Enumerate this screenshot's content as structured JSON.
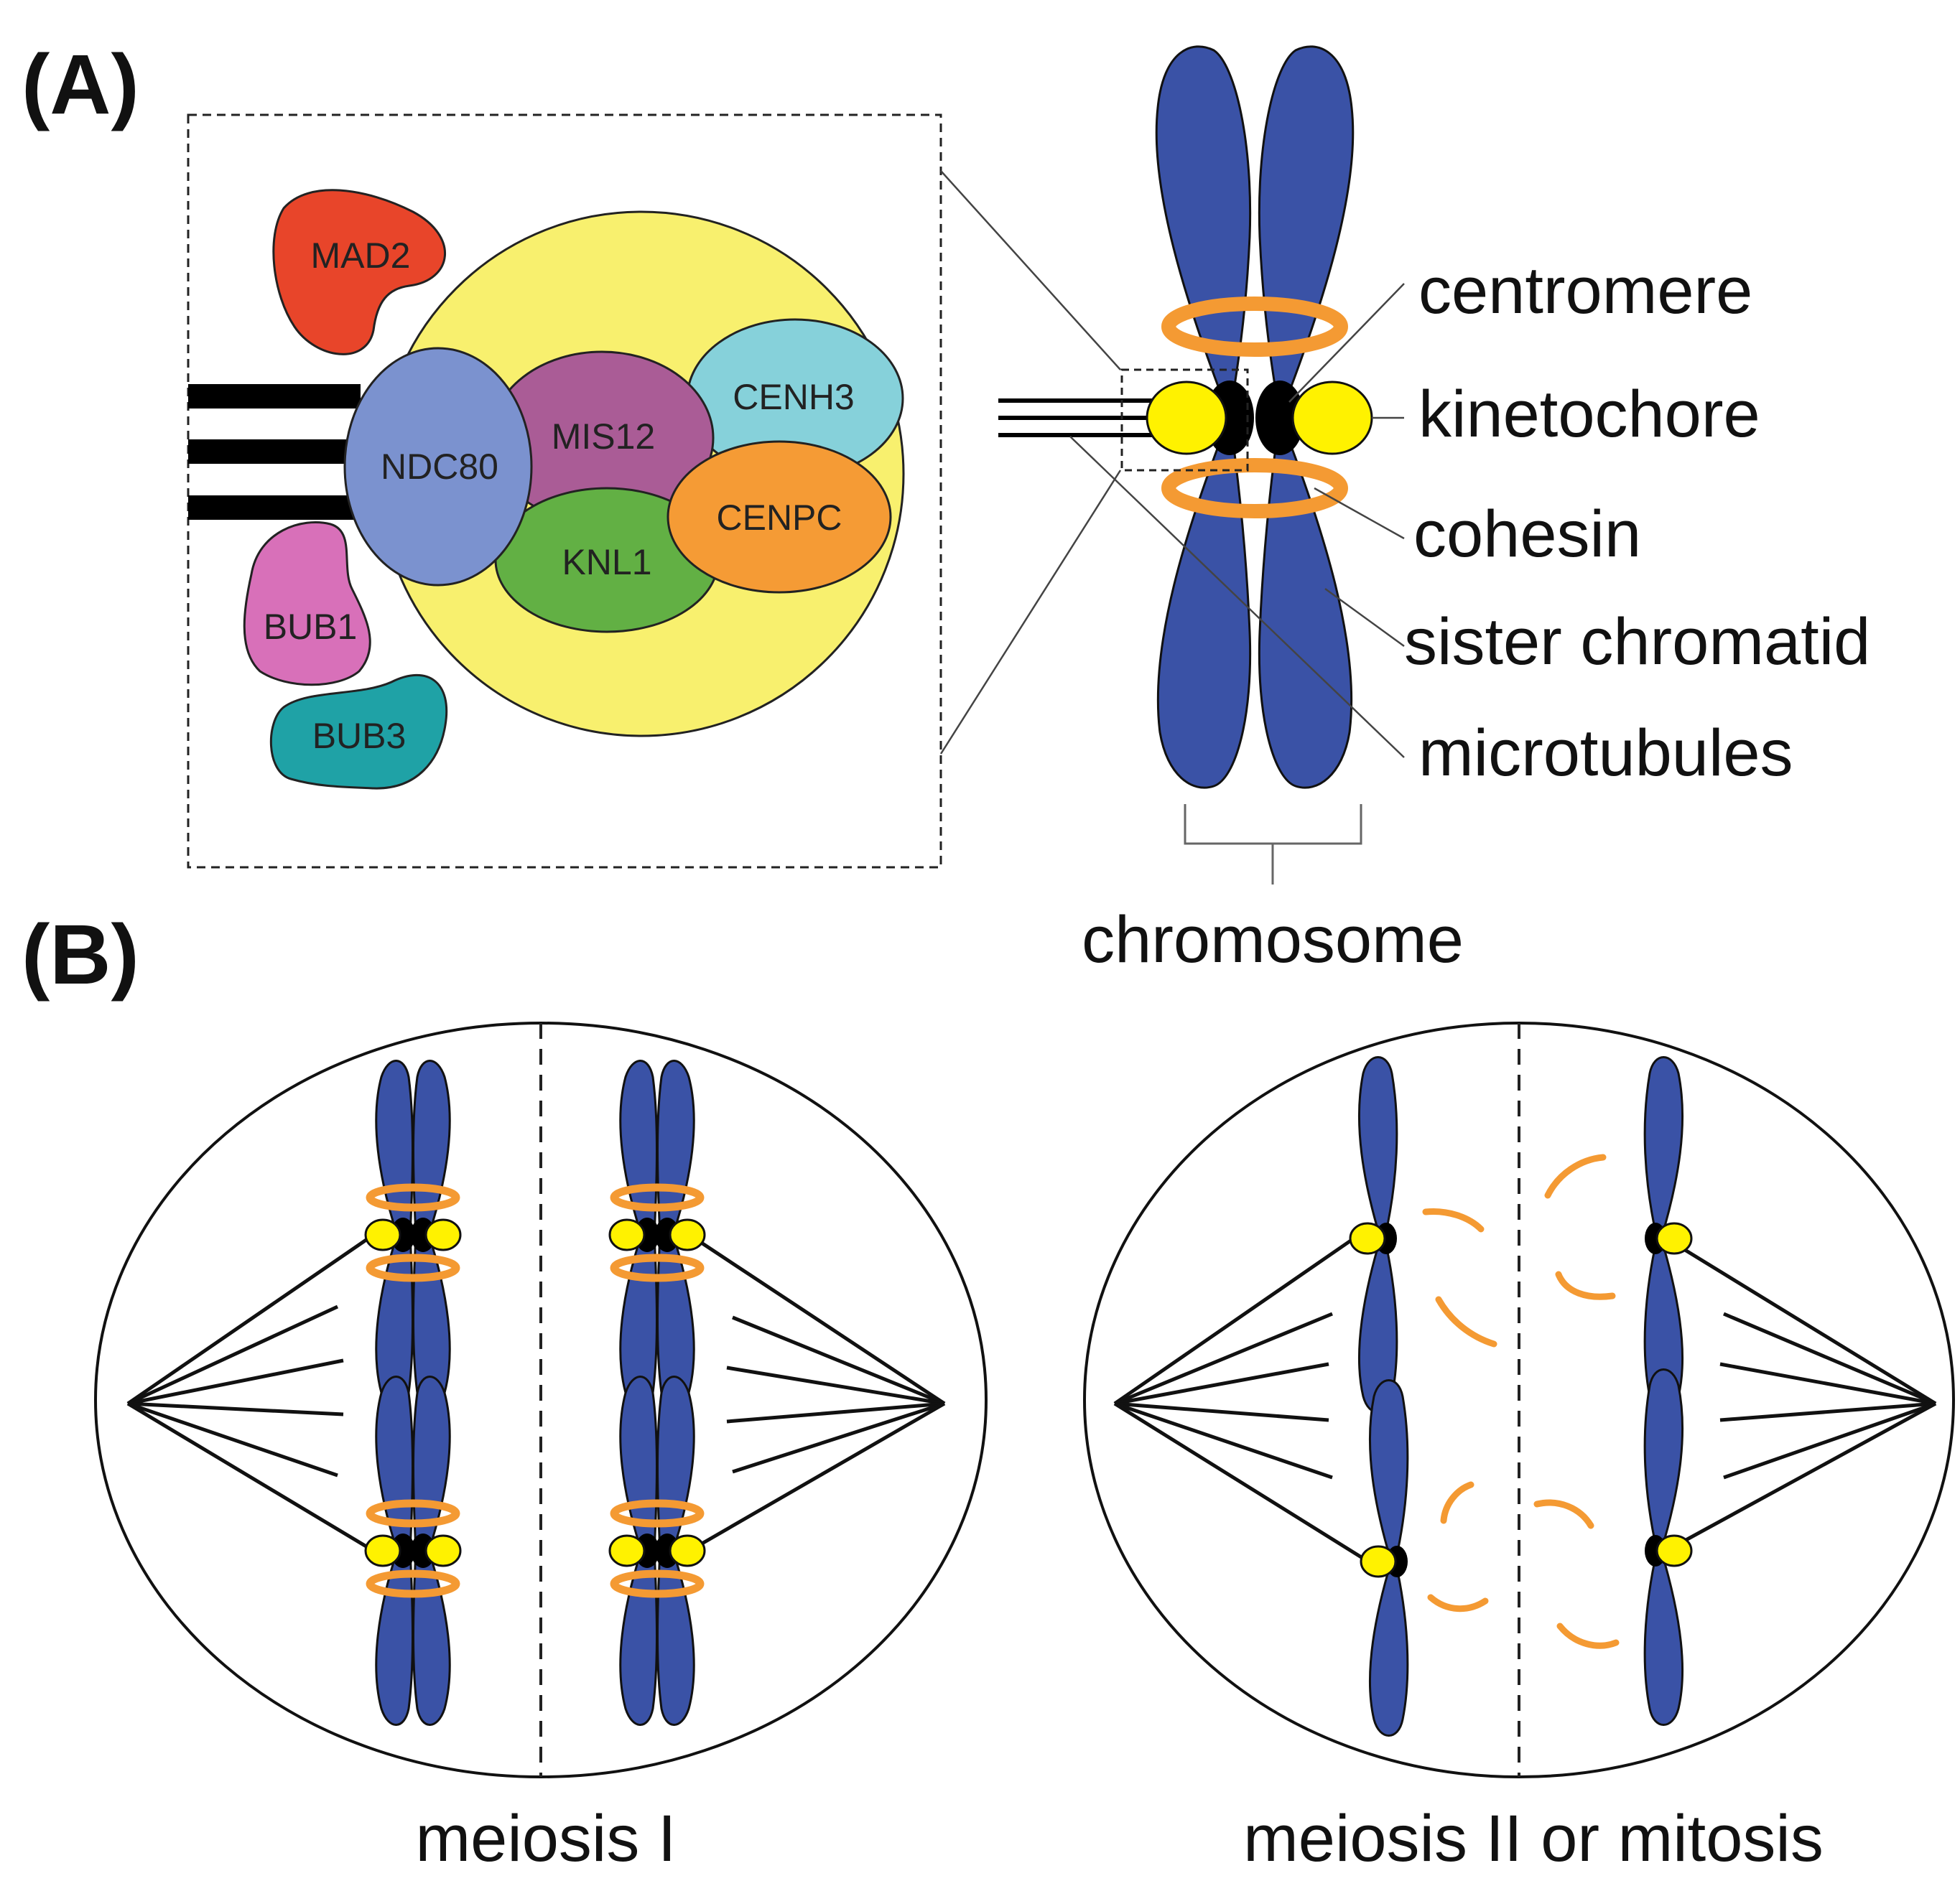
{
  "panels": {
    "a_label": "(A)",
    "b_label": "(B)"
  },
  "complex": {
    "proteins": [
      {
        "id": "mad2",
        "label": "MAD2",
        "color": "#e8452a"
      },
      {
        "id": "ndc80",
        "label": "NDC80",
        "color": "#7b92cf"
      },
      {
        "id": "mis12",
        "label": "MIS12",
        "color": "#aa5c96"
      },
      {
        "id": "cenh3",
        "label": "CENH3",
        "color": "#86d1da"
      },
      {
        "id": "cenpc",
        "label": "CENPC",
        "color": "#f59b35"
      },
      {
        "id": "knl1",
        "label": "KNL1",
        "color": "#62b044"
      },
      {
        "id": "bub1",
        "label": "BUB1",
        "color": "#d870b9"
      },
      {
        "id": "bub3",
        "label": "BUB3",
        "color": "#1fa2a6"
      }
    ],
    "body_color": "#f8f06e"
  },
  "chromosome": {
    "callouts": {
      "centromere": "centromere",
      "kinetochore": "kinetochore",
      "cohesin": "cohesin",
      "sister_chromatid": "sister chromatid",
      "microtubules": "microtubules",
      "chromosome": "chromosome"
    },
    "colors": {
      "chromatid": "#3a52a6",
      "kinetochore": "#fff200",
      "centromere": "#000000",
      "cohesin": "#f49a33"
    }
  },
  "cells": {
    "meiosis_i": "meiosis I",
    "meiosis_ii": "meiosis II or mitosis"
  }
}
